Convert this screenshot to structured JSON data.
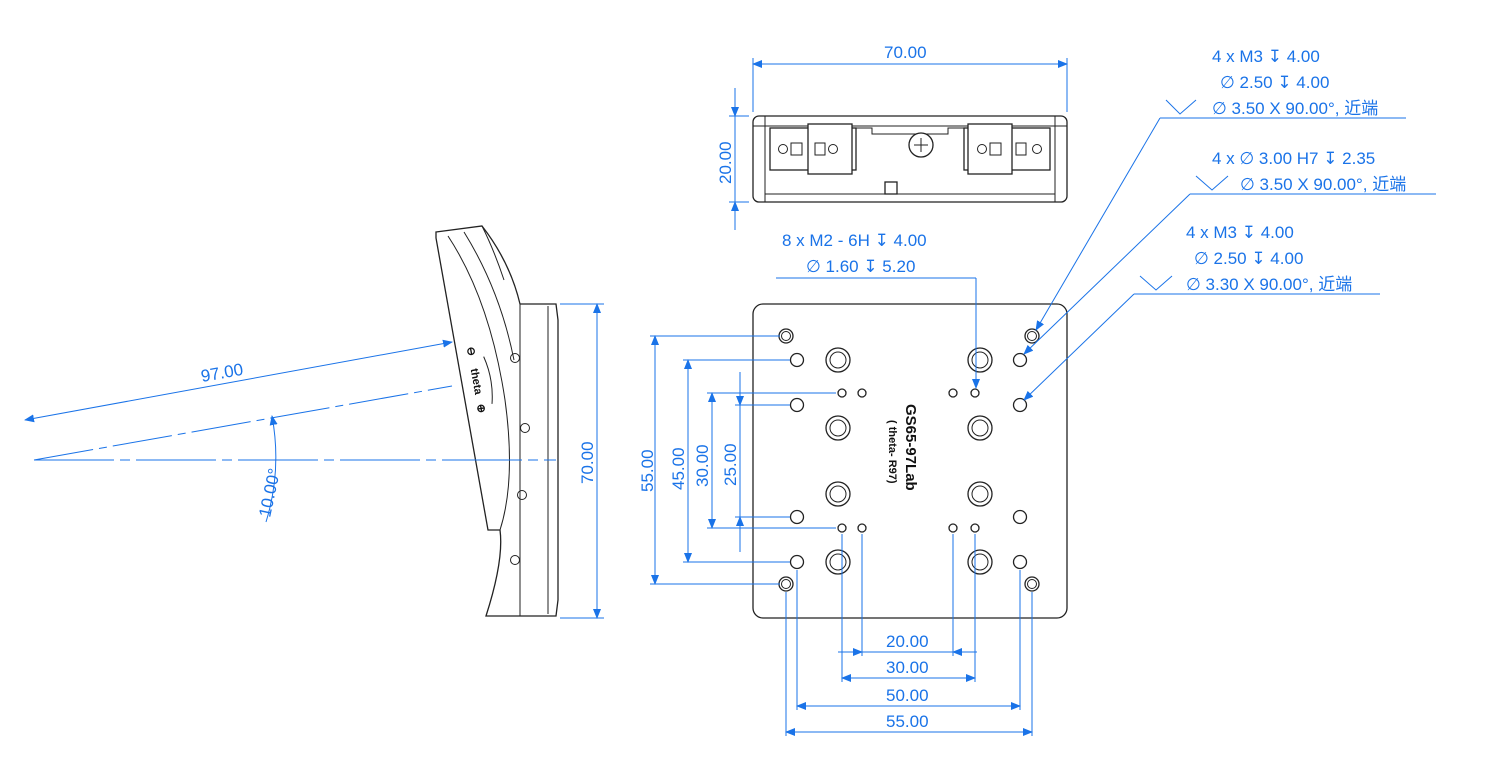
{
  "top_view": {
    "width_dim": "70.00",
    "height_dim": "20.00"
  },
  "side_view": {
    "length_dim": "97.00",
    "angle_dim": "10.00°",
    "height_dim": "70.00",
    "engraving": {
      "axis": "theta",
      "minus": "⊖",
      "plus": "⊕"
    }
  },
  "front_view": {
    "vertical_dims": [
      "55.00",
      "45.00",
      "30.00",
      "25.00"
    ],
    "horizontal_dims": [
      "20.00",
      "30.00",
      "50.00",
      "55.00"
    ],
    "model_label": "GS65-97Lab",
    "model_sublabel": "( theta- R97)"
  },
  "callouts": {
    "mounting_holes_top": [
      "4 x  M3  ↧ 4.00",
      "∅  2.50 ↧ 4.00",
      "∅  3.50 X 90.00°, 近端"
    ],
    "pin_holes": [
      "4 x  ∅  3.00 H7 ↧ 2.35",
      "∅  3.50 X 90.00°, 近端"
    ],
    "mounting_holes_bottom": [
      "4 x  M3  ↧ 4.00",
      "∅  2.50 ↧ 4.00",
      "∅  3.30 X 90.00°, 近端"
    ],
    "m2_holes": [
      "8 x  M2 - 6H ↧ 4.00",
      "∅  1.60 ↧ 5.20"
    ]
  },
  "colors": {
    "dimension": "#1a73e8",
    "outline": "#222222"
  }
}
